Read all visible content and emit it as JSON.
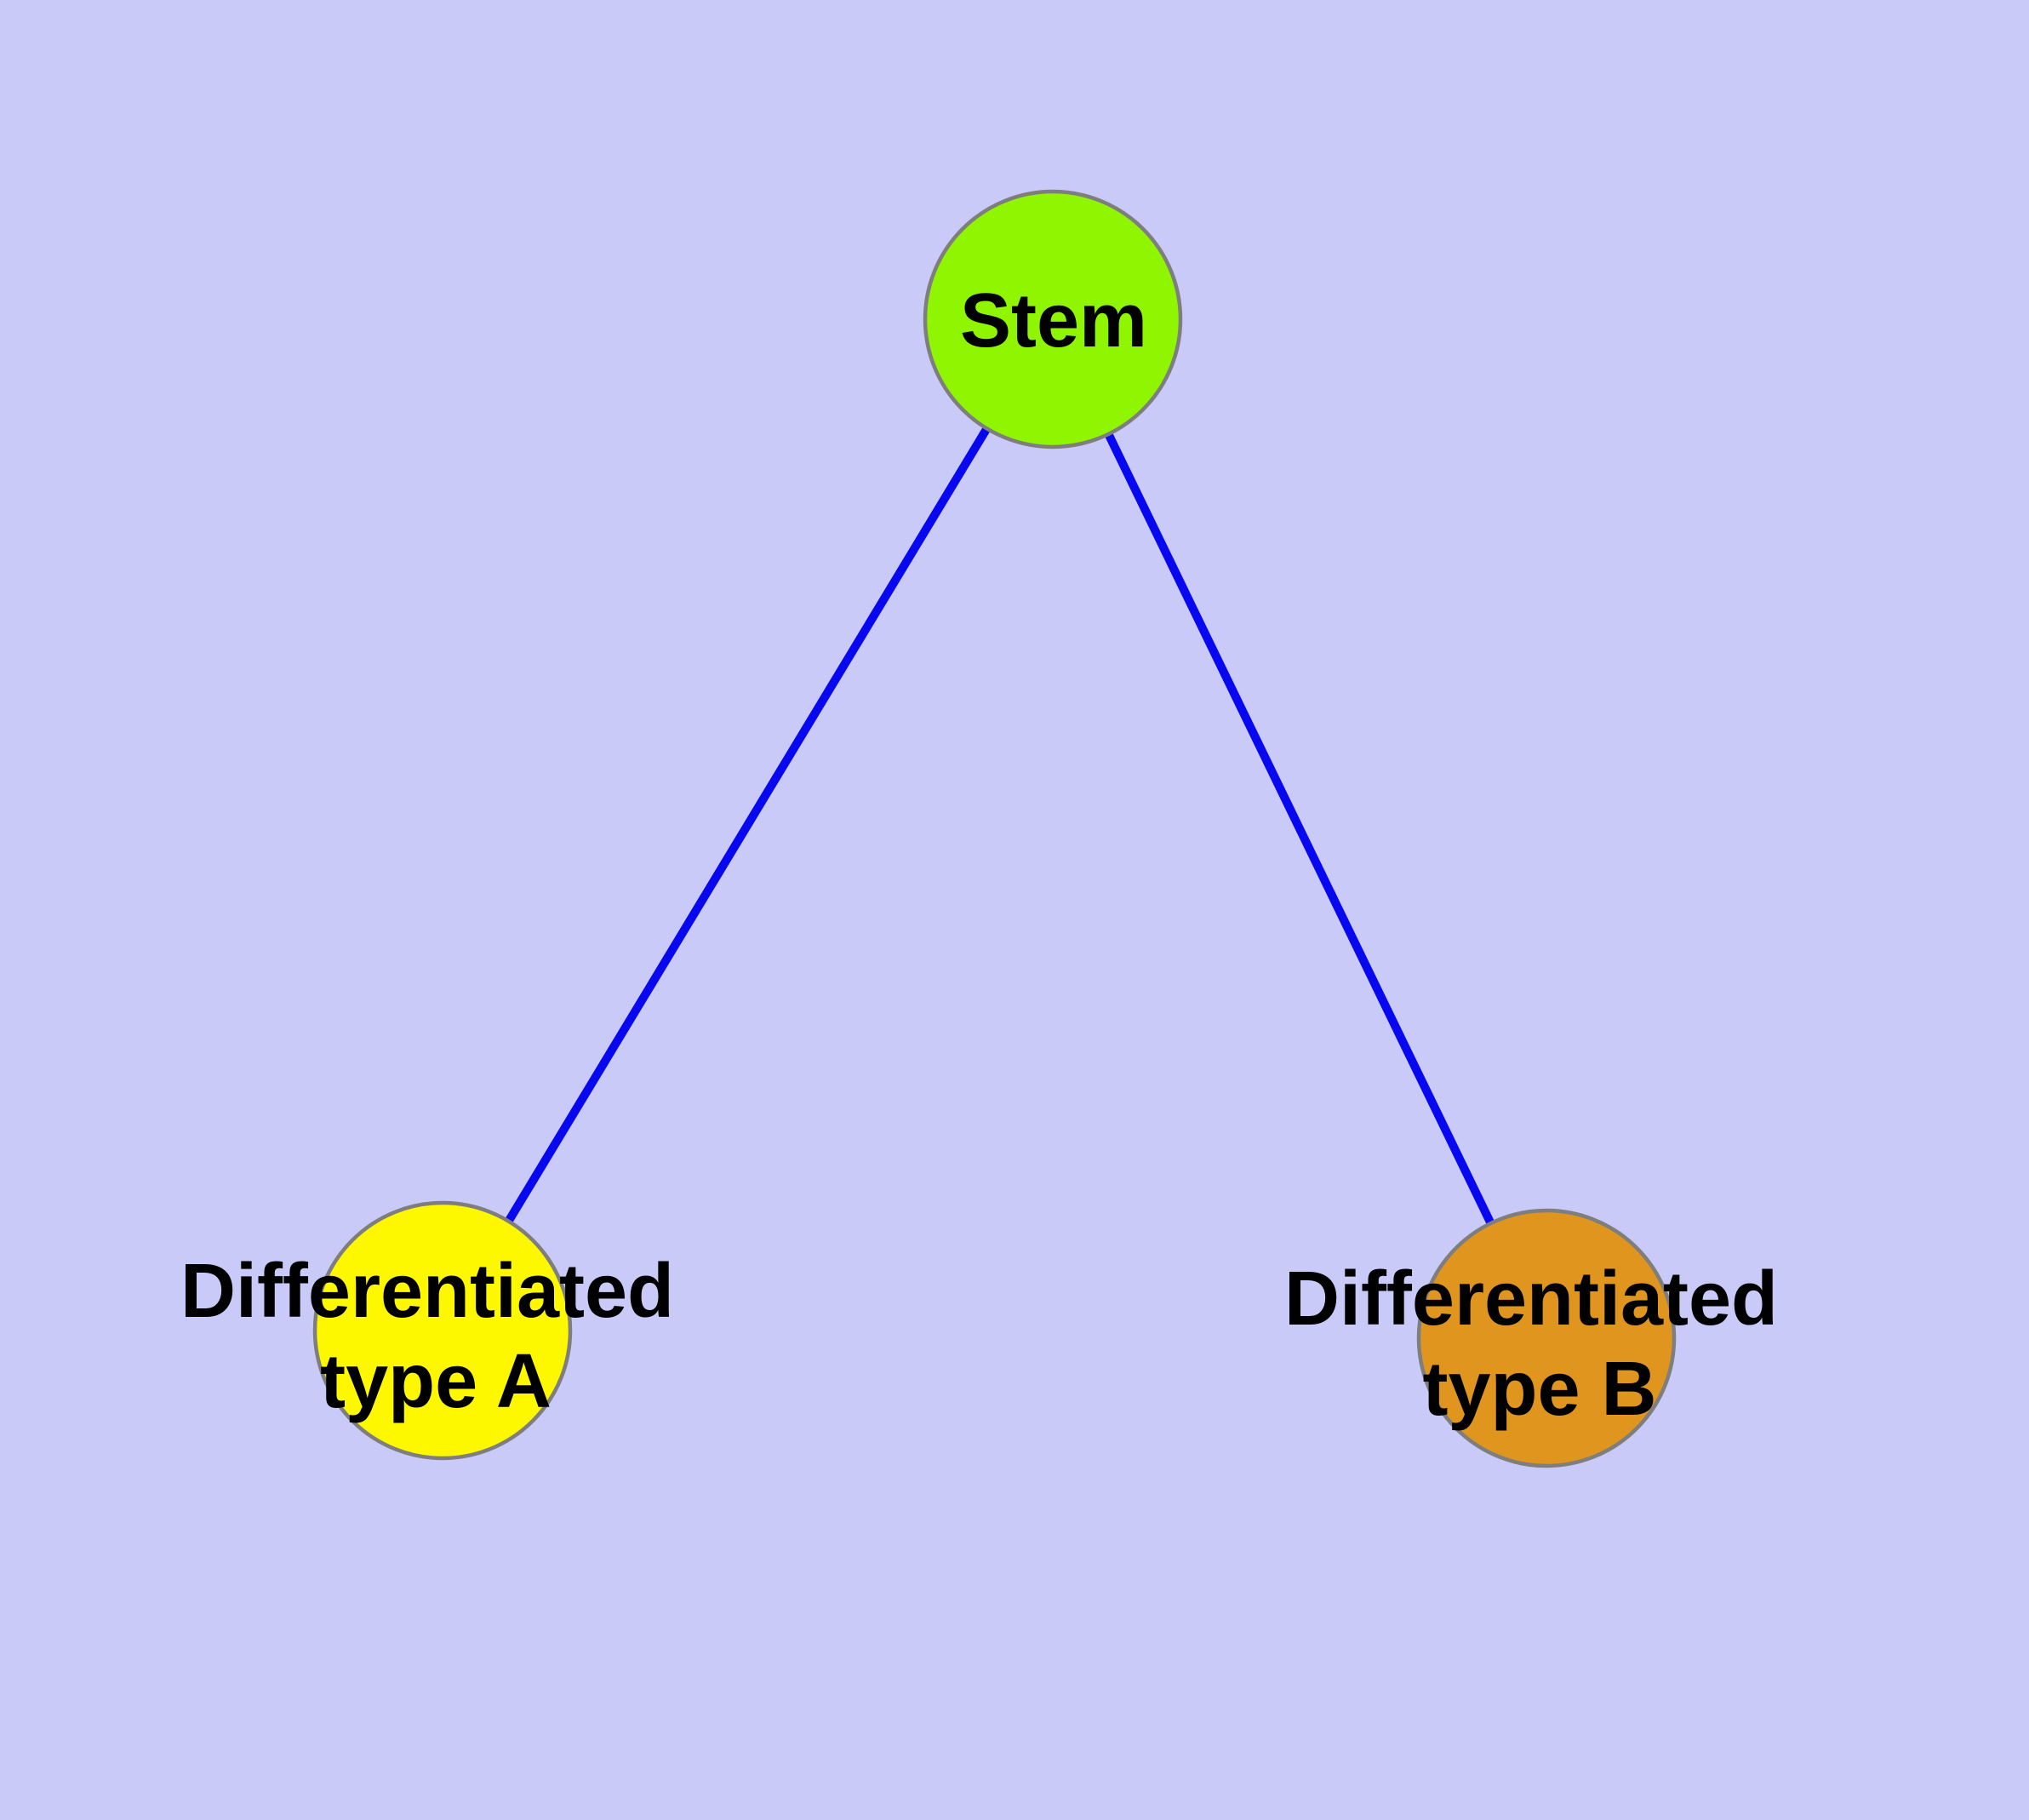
{
  "diagram": {
    "type": "graph",
    "background_color": "#CACAF8",
    "edge_color": "#0808F0",
    "node_border_color": "#7E7E7E",
    "label_color": "#000000",
    "nodes": [
      {
        "id": "stem",
        "label_lines": [
          "Stem"
        ],
        "fill_color": "#8FF500"
      },
      {
        "id": "differentiated-type-a",
        "label_lines": [
          "Differentiated",
          "type A"
        ],
        "fill_color": "#FDF700"
      },
      {
        "id": "differentiated-type-b",
        "label_lines": [
          "Differentiated",
          "type B"
        ],
        "fill_color": "#E0951F"
      }
    ],
    "edges": [
      {
        "from": "stem",
        "to": "differentiated-type-a"
      },
      {
        "from": "stem",
        "to": "differentiated-type-b"
      }
    ]
  }
}
